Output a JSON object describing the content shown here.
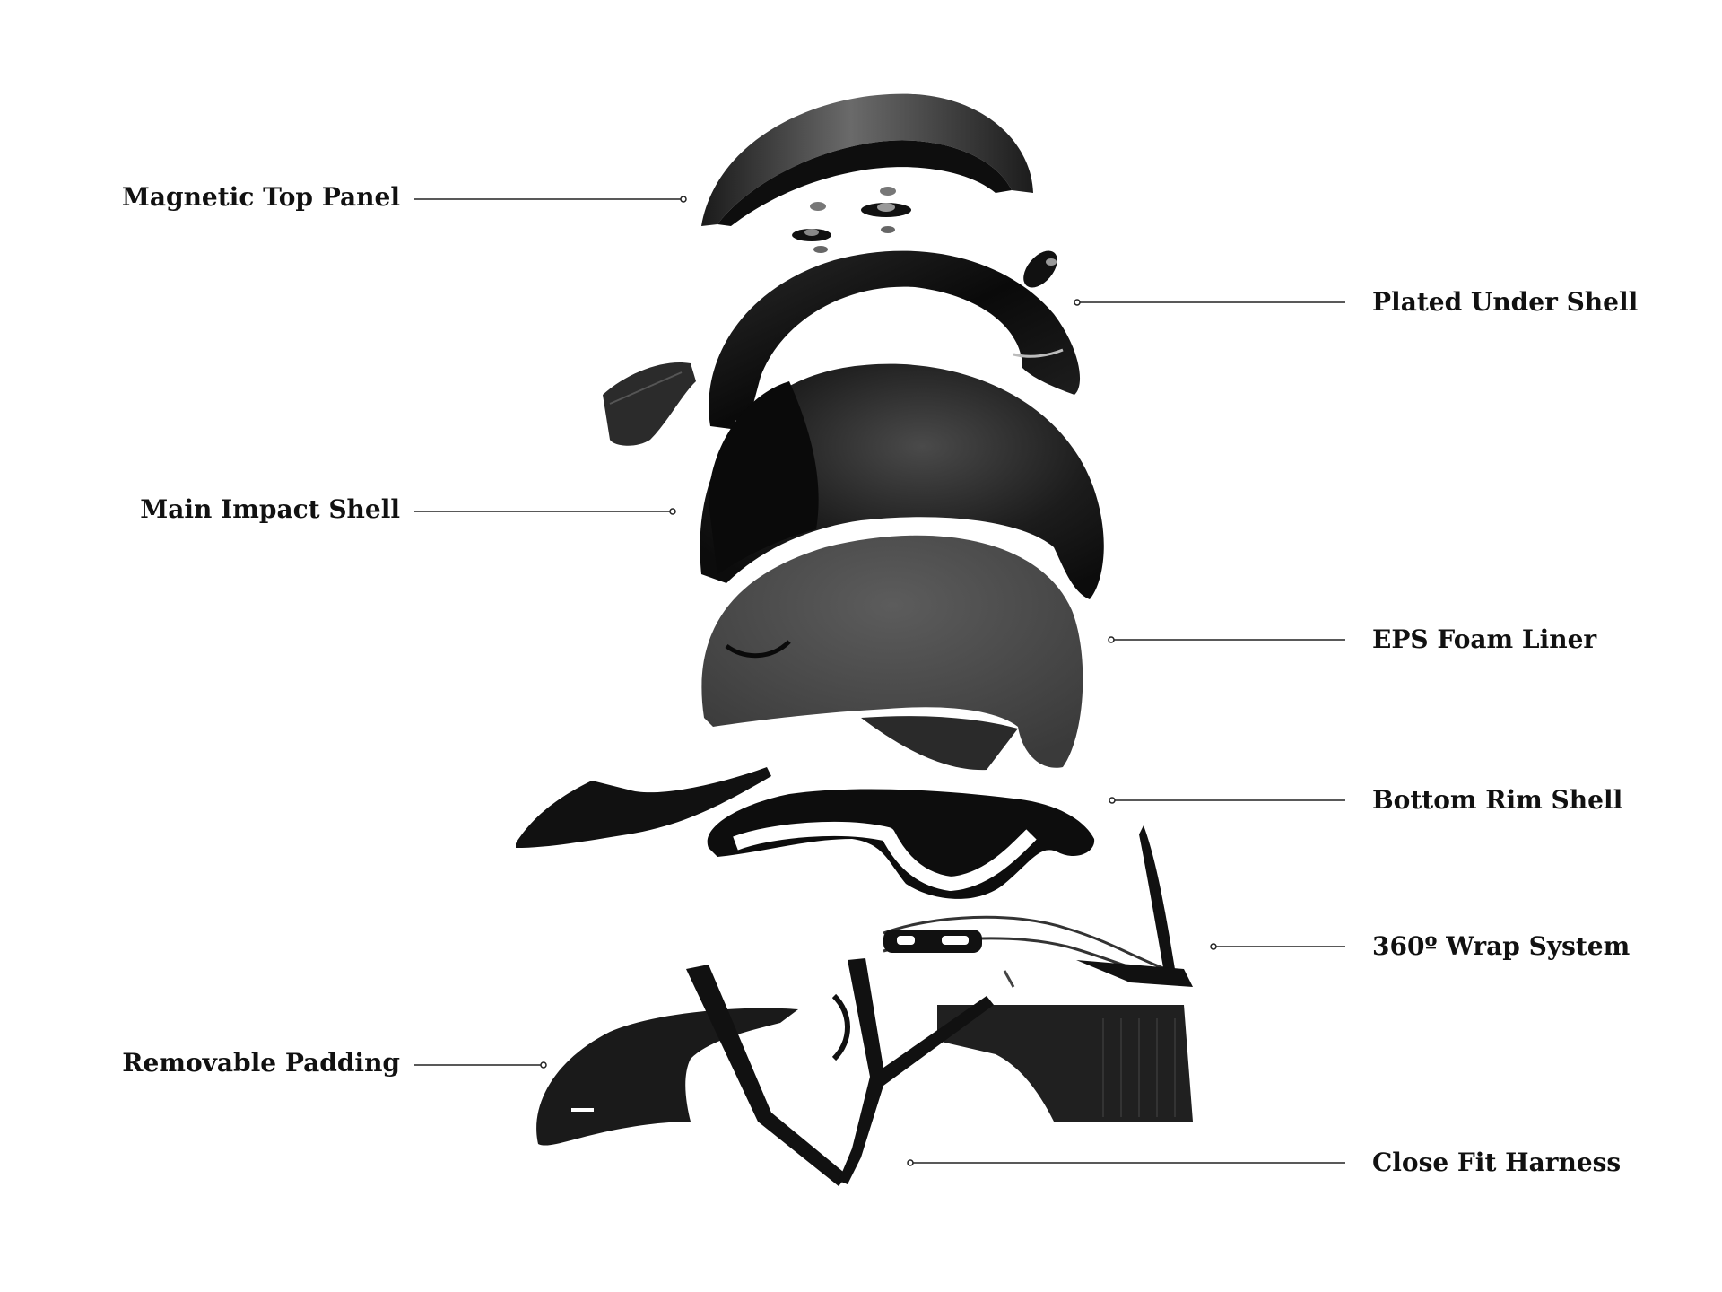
{
  "labels": {
    "magnetic_top_panel": "Magnetic Top Panel",
    "plated_under_shell": "Plated Under Shell",
    "main_impact_shell": "Main Impact Shell",
    "eps_foam_liner": "EPS Foam Liner",
    "bottom_rim_shell": "Bottom Rim Shell",
    "wrap_system": "360º Wrap System",
    "removable_padding": "Removable Padding",
    "close_fit_harness": "Close Fit Harness"
  },
  "colors": {
    "background": "#ffffff",
    "text": "#111111",
    "leader_line": "#222222",
    "shell_black": "#141414",
    "shell_highlight": "#5a5a5a",
    "foam_grey": "#4a4a4a"
  }
}
